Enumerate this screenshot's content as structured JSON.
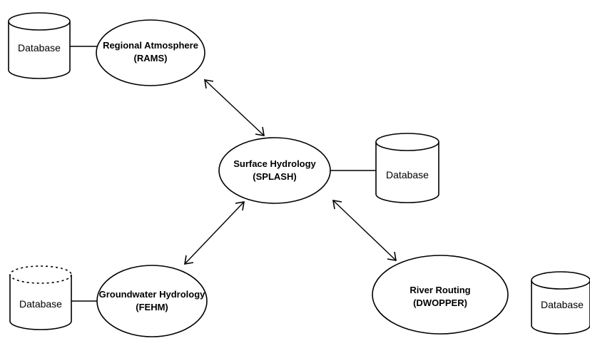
{
  "nodes": {
    "rams": {
      "title": "Regional Atmosphere",
      "subtitle": "(RAMS)"
    },
    "splash": {
      "title": "Surface Hydrology",
      "subtitle": "(SPLASH)"
    },
    "fehm": {
      "title": "Groundwater Hydrology",
      "subtitle": "(FEHM)"
    },
    "dwopper": {
      "title": "River Routing",
      "subtitle": "(DWOPPER)"
    }
  },
  "databases": {
    "rams_db": "Database",
    "splash_db": "Database",
    "fehm_db": "Database",
    "dwopper_db": "Database"
  },
  "edges": [
    {
      "from": "rams",
      "to": "splash",
      "style": "bidirectional-arrow"
    },
    {
      "from": "splash",
      "to": "fehm",
      "style": "bidirectional-arrow"
    },
    {
      "from": "splash",
      "to": "dwopper",
      "style": "bidirectional-arrow"
    },
    {
      "from": "rams_db",
      "to": "rams",
      "style": "line"
    },
    {
      "from": "splash_db",
      "to": "splash",
      "style": "line"
    },
    {
      "from": "fehm_db",
      "to": "fehm",
      "style": "line"
    }
  ],
  "styles": {
    "fehm_db_top": "dashed"
  }
}
